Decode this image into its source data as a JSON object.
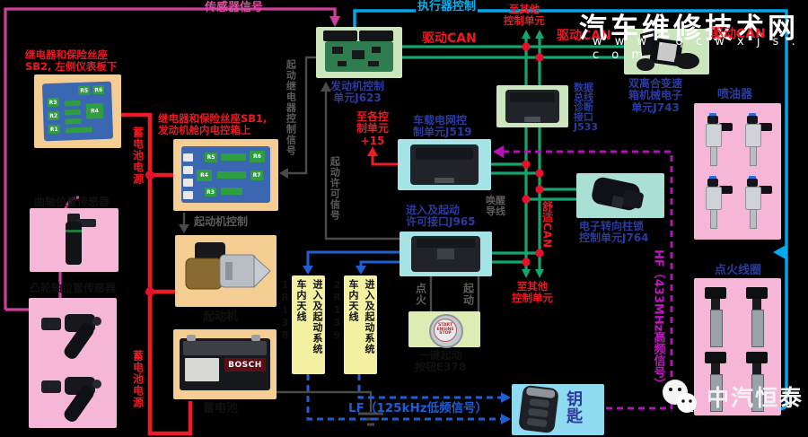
{
  "watermark": {
    "site_name": "汽车维修技术网",
    "site_url": "w w w . q c w x j s . c o m",
    "brand": "中汽恒泰"
  },
  "colors": {
    "battery_power_line": "#ec1c24",
    "can_bus_line": "#14a66c",
    "comfort_purple_dashed": "#b613b6",
    "actuator_line": "#00a8ec",
    "lf_blue": "#1a5fd8",
    "junction_dot": "#e8112d"
  },
  "components": {
    "sb2": {
      "label": "继电器和保险丝座\nSB2, 左侧仪表板下",
      "relays": [
        "R3",
        "R2",
        "R1",
        "R4",
        "R5",
        "R6"
      ]
    },
    "sb1": {
      "label": "继电器和保险丝座SB1,\n发动机舱内电控箱上",
      "relays": [
        "R5",
        "R6",
        "R4",
        "R7",
        "R3"
      ]
    },
    "starter": {
      "label": "起动机"
    },
    "battery": {
      "label": "蓄电池",
      "brand": "BOSCH"
    },
    "crank_sensor": {
      "label": "曲轴位置传感器"
    },
    "cam_sensor": {
      "label": "凸轮轴位置传感器"
    },
    "ecu": {
      "label": "发动机控制\n单元J623"
    },
    "j533": {
      "label": "数据\n总线\n诊断\n接口\nJ533"
    },
    "j743": {
      "label": "双离合变速\n箱机械电子\n单元J743"
    },
    "j519": {
      "label": "车载电网控\n制单元J519"
    },
    "j965": {
      "label": "进入及起动\n许可接口J965"
    },
    "j764": {
      "label": "电子转向柱锁\n控制单元J764"
    },
    "e378": {
      "label": "一键起动\n按钮E378",
      "button_text": "START\nENGINE\nSTOP"
    },
    "injectors": {
      "label": "喷油器"
    },
    "coils": {
      "label": "点火线圈"
    },
    "key": {
      "label": "钥匙"
    },
    "r138": {
      "label": "进入及起动系统\n车内天线1R138"
    },
    "r139": {
      "label": "进入及起动系统\n车内天线2R139"
    }
  },
  "signals": {
    "sensor_signal": "传感器信号",
    "actuator_control": "执行器控制",
    "drive_can_a": "驱动CAN",
    "drive_can_b": "驱动CAN",
    "drive_can_c": "驱动CAN",
    "comfort_can": "舒适CAN",
    "to_other_units_top": "至其他\n控制单元",
    "to_other_units_mid": "至其他\n控制单元",
    "to_all_units_15": "至各控\n制单元\n+15",
    "wakeup_wire": "唤醒\n导线",
    "starter_relay_signal": "起动继电器控制信号",
    "start_permission_signal": "起动许可信号",
    "starter_control": "起动机控制",
    "ignition": "点火",
    "start": "起动",
    "battery_power_1": "蓄电池电源",
    "battery_power_2": "蓄电池电源",
    "lf_signal": "LF（125kHz低频信号）",
    "hf_signal": "HF（433MHz高频信号）"
  }
}
